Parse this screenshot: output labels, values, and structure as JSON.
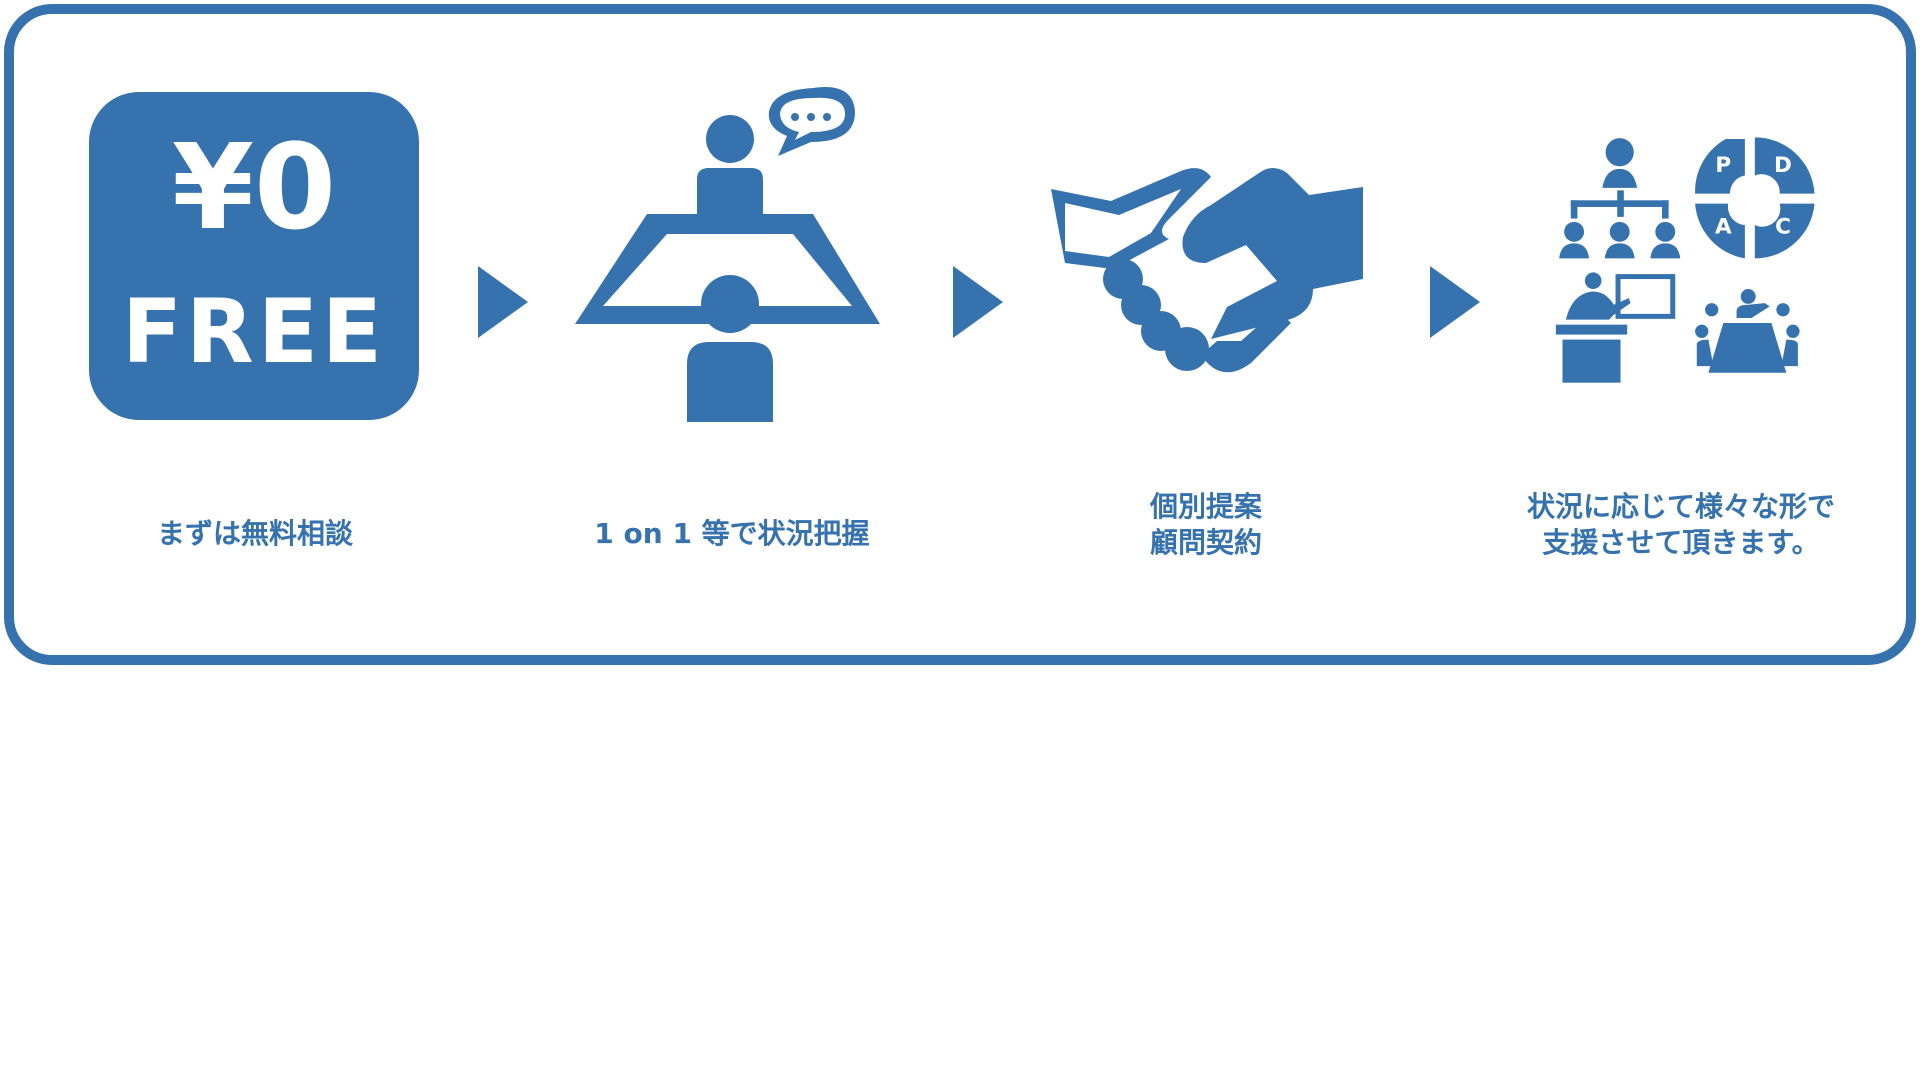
{
  "accent_color": "#3672ae",
  "steps": [
    {
      "icon": "yen-free-icon",
      "badge_amount": "¥0",
      "badge_text": "FREE",
      "lines": [
        "まずは無料相談"
      ]
    },
    {
      "icon": "one-on-one-meeting-icon",
      "lines": [
        "1 on 1 等で状況把握"
      ]
    },
    {
      "icon": "handshake-icon",
      "lines": [
        "個別提案",
        "顧問契約"
      ]
    },
    {
      "icon": "support-variety-icon",
      "pdca": [
        "P",
        "D",
        "A",
        "C"
      ],
      "lines": [
        "状況に応じて様々な形で",
        "支援させて頂きます。"
      ]
    }
  ],
  "arrows": [
    "arrow-right-icon",
    "arrow-right-icon",
    "arrow-right-icon"
  ]
}
